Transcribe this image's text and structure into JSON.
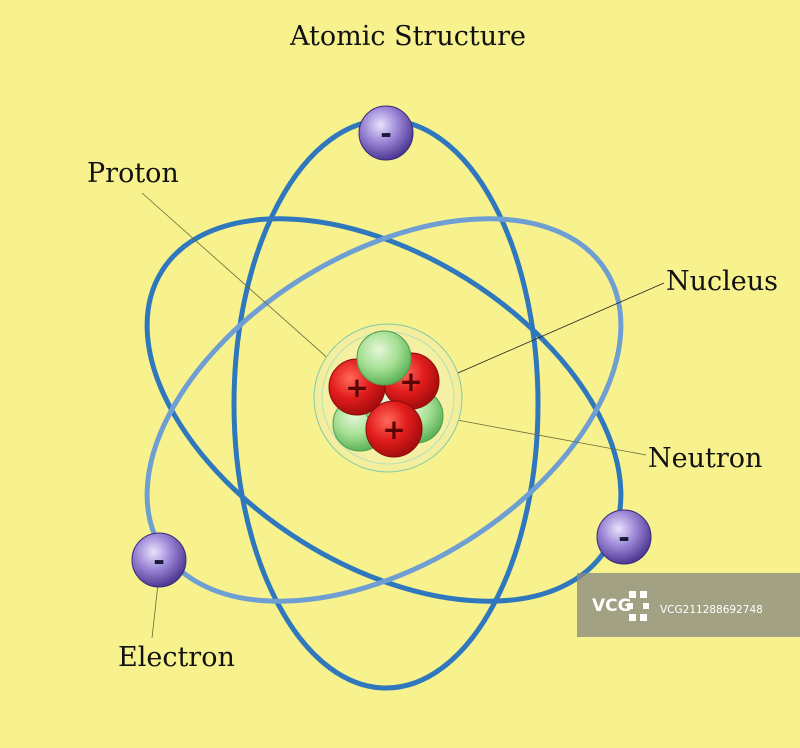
{
  "title": "Atomic Structure",
  "labels": {
    "proton": "Proton",
    "nucleus": "Nucleus",
    "neutron": "Neutron",
    "electron": "Electron"
  },
  "symbols": {
    "electron_charge": "-",
    "proton_charge": "+"
  },
  "watermark": {
    "brand": "VCG",
    "id": "VCG211288692748"
  },
  "colors": {
    "background": "#f8f28e",
    "orbit": "#2a73b8",
    "proton": "#e02020",
    "neutron": "#9fdc8f",
    "electron": "#6a4fb0"
  }
}
